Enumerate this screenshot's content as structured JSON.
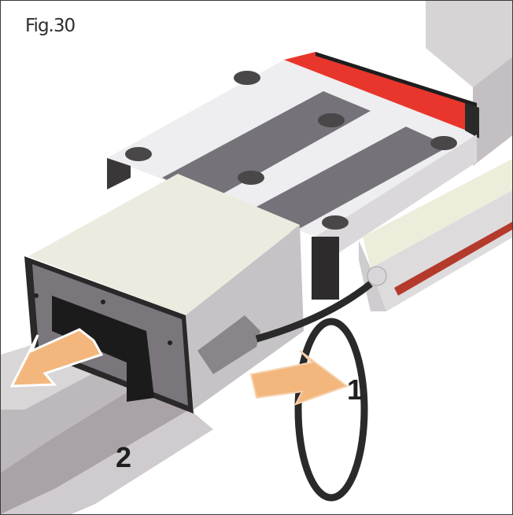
{
  "figure": {
    "label": "Fig.30",
    "callouts": [
      {
        "id": "1",
        "text": "1"
      },
      {
        "id": "2",
        "text": "2"
      }
    ]
  },
  "colors": {
    "border": "#3a3a3a",
    "rail_light": "#d9d6d8",
    "rail_mid": "#b9b4b8",
    "rail_dark": "#8f898d",
    "carriage_white": "#eeedef",
    "carriage_stripe": "#76727a",
    "end_seal_red": "#e8362c",
    "cover_cream": "#ecebdf",
    "end_plate": "#6e6a70",
    "arrow_orange": "#f3b77d",
    "cable": "#2a2a2a"
  }
}
